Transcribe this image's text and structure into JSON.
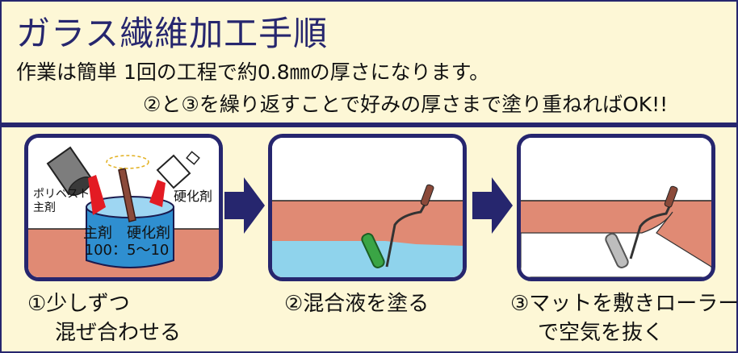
{
  "title": "ガラス繊維加工手順",
  "subtitle_line1": "作業は簡単 1回の工程で約0.8㎜の厚さになります。",
  "subtitle_line2": "②と③を繰り返すことで好みの厚さまで塗り重ねればOK!!",
  "panel1": {
    "label_polyester": "ポリベスト",
    "label_main": "主剤",
    "label_hardener": "硬化剤",
    "bucket_line1": "主剤　硬化剤",
    "bucket_line2": "100：5〜10",
    "caption_line1": "①少しずつ",
    "caption_line2": "混ぜ合わせる"
  },
  "panel2": {
    "caption": "②混合液を塗る"
  },
  "panel3": {
    "caption_line1": "③マットを敷きローラー",
    "caption_line2": "で空気を抜く"
  },
  "colors": {
    "navy": "#26266e",
    "background": "#fdf7d6",
    "terracotta": "#e08a74",
    "blue_liquid": "#8fd3ec",
    "roller_green": "#3aa545",
    "arrow_red": "#e31b23"
  },
  "icons": [
    "can-icon",
    "bottle-icon",
    "bucket-icon",
    "stir-stick-icon",
    "roller-icon",
    "arrow-right-icon"
  ]
}
